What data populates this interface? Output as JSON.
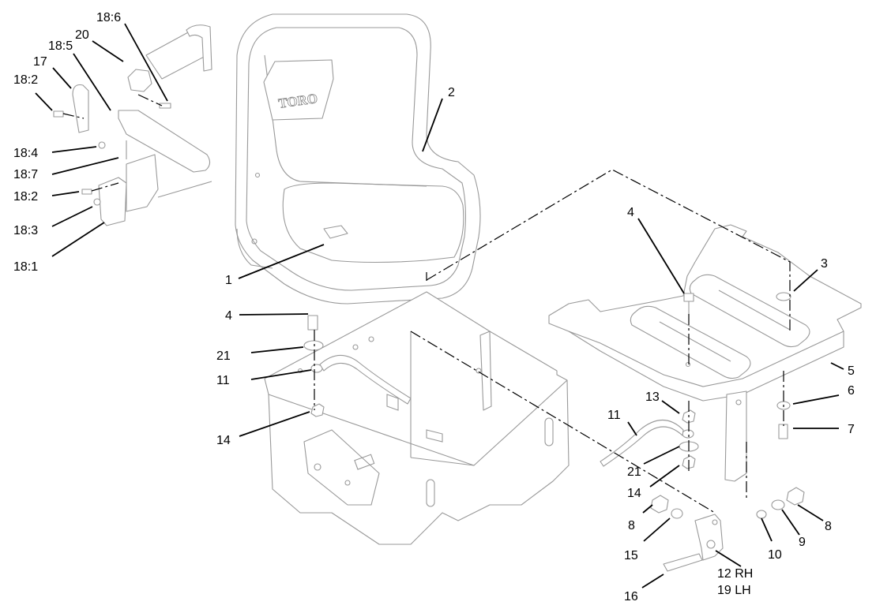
{
  "logo_text": "TORO",
  "callouts": {
    "c18_6a": "18:6",
    "c20": "20",
    "c18_5": "18:5",
    "c17": "17",
    "c18_2a": "18:2",
    "c18_4": "18:4",
    "c18_7": "18:7",
    "c18_2b": "18:2",
    "c18_3": "18:3",
    "c18_1": "18:1",
    "c2": "2",
    "c1": "1",
    "c4a": "4",
    "c21a": "21",
    "c11a": "11",
    "c14a": "14",
    "c4b": "4",
    "c3": "3",
    "c5": "5",
    "c6": "6",
    "c7": "7",
    "c13": "13",
    "c11b": "11",
    "c21b": "21",
    "c14b": "14",
    "c8a": "8",
    "c15": "15",
    "c16": "16",
    "c12": "12 RH",
    "c19": "19 LH",
    "c10": "10",
    "c9": "9",
    "c8b": "8"
  },
  "colors": {
    "line": "#000000",
    "part_outline": "#999999",
    "background": "#ffffff"
  }
}
